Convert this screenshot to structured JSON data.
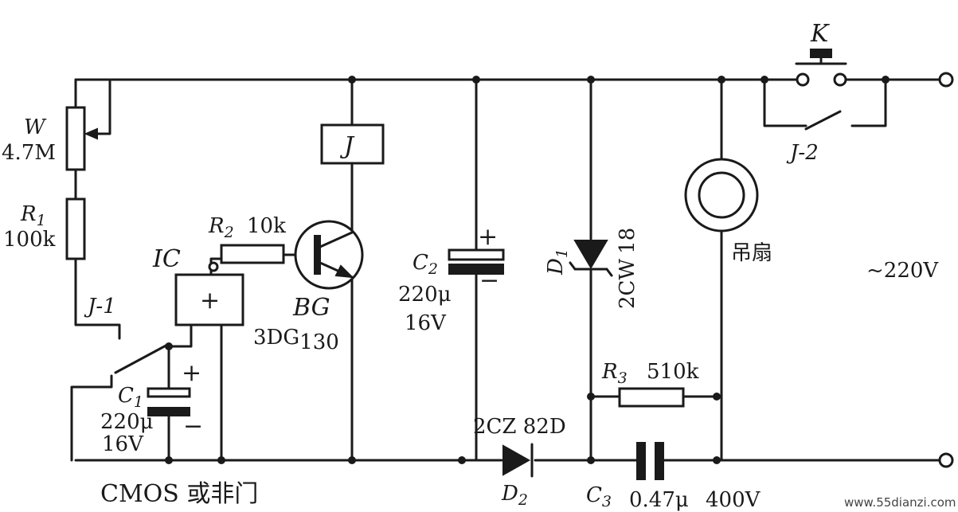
{
  "labels": {
    "w_name": "W",
    "w_value": "4.7M",
    "r1_name": "R",
    "r1_sub": "1",
    "r1_value": "100k",
    "j1": "J-1",
    "c1_name": "C",
    "c1_sub": "1",
    "c1_value": "220μ",
    "c1_voltage": "16V",
    "ic": "IC",
    "ic_plus": "+",
    "r2_name": "R",
    "r2_sub": "2",
    "r2_value": "10k",
    "bg_name": "BG",
    "bg_type": "3DG",
    "bg_sub": "130",
    "relay": "J",
    "c2_name": "C",
    "c2_sub": "2",
    "c2_value": "220μ",
    "c2_voltage": "16V",
    "d1_name": "D",
    "d1_sub": "1",
    "d1_type": "2CW",
    "d1_type_sub": "18",
    "d2_type": "2CZ 82D",
    "d2_name": "D",
    "d2_sub": "2",
    "r3_name": "R",
    "r3_sub": "3",
    "r3_value": "510k",
    "c3_name": "C",
    "c3_sub": "3",
    "c3_value": "0.47μ",
    "c3_voltage": "400V",
    "fan": "吊扇",
    "switch_k": "K",
    "j2": "J-2",
    "supply": "~220V",
    "caption": "CMOS 或非门",
    "plus_sign": "+",
    "minus_sign": "−",
    "watermark": "www.55dianzi.com"
  },
  "colors": {
    "ink": "#1a1a1a",
    "background": "#ffffff"
  }
}
